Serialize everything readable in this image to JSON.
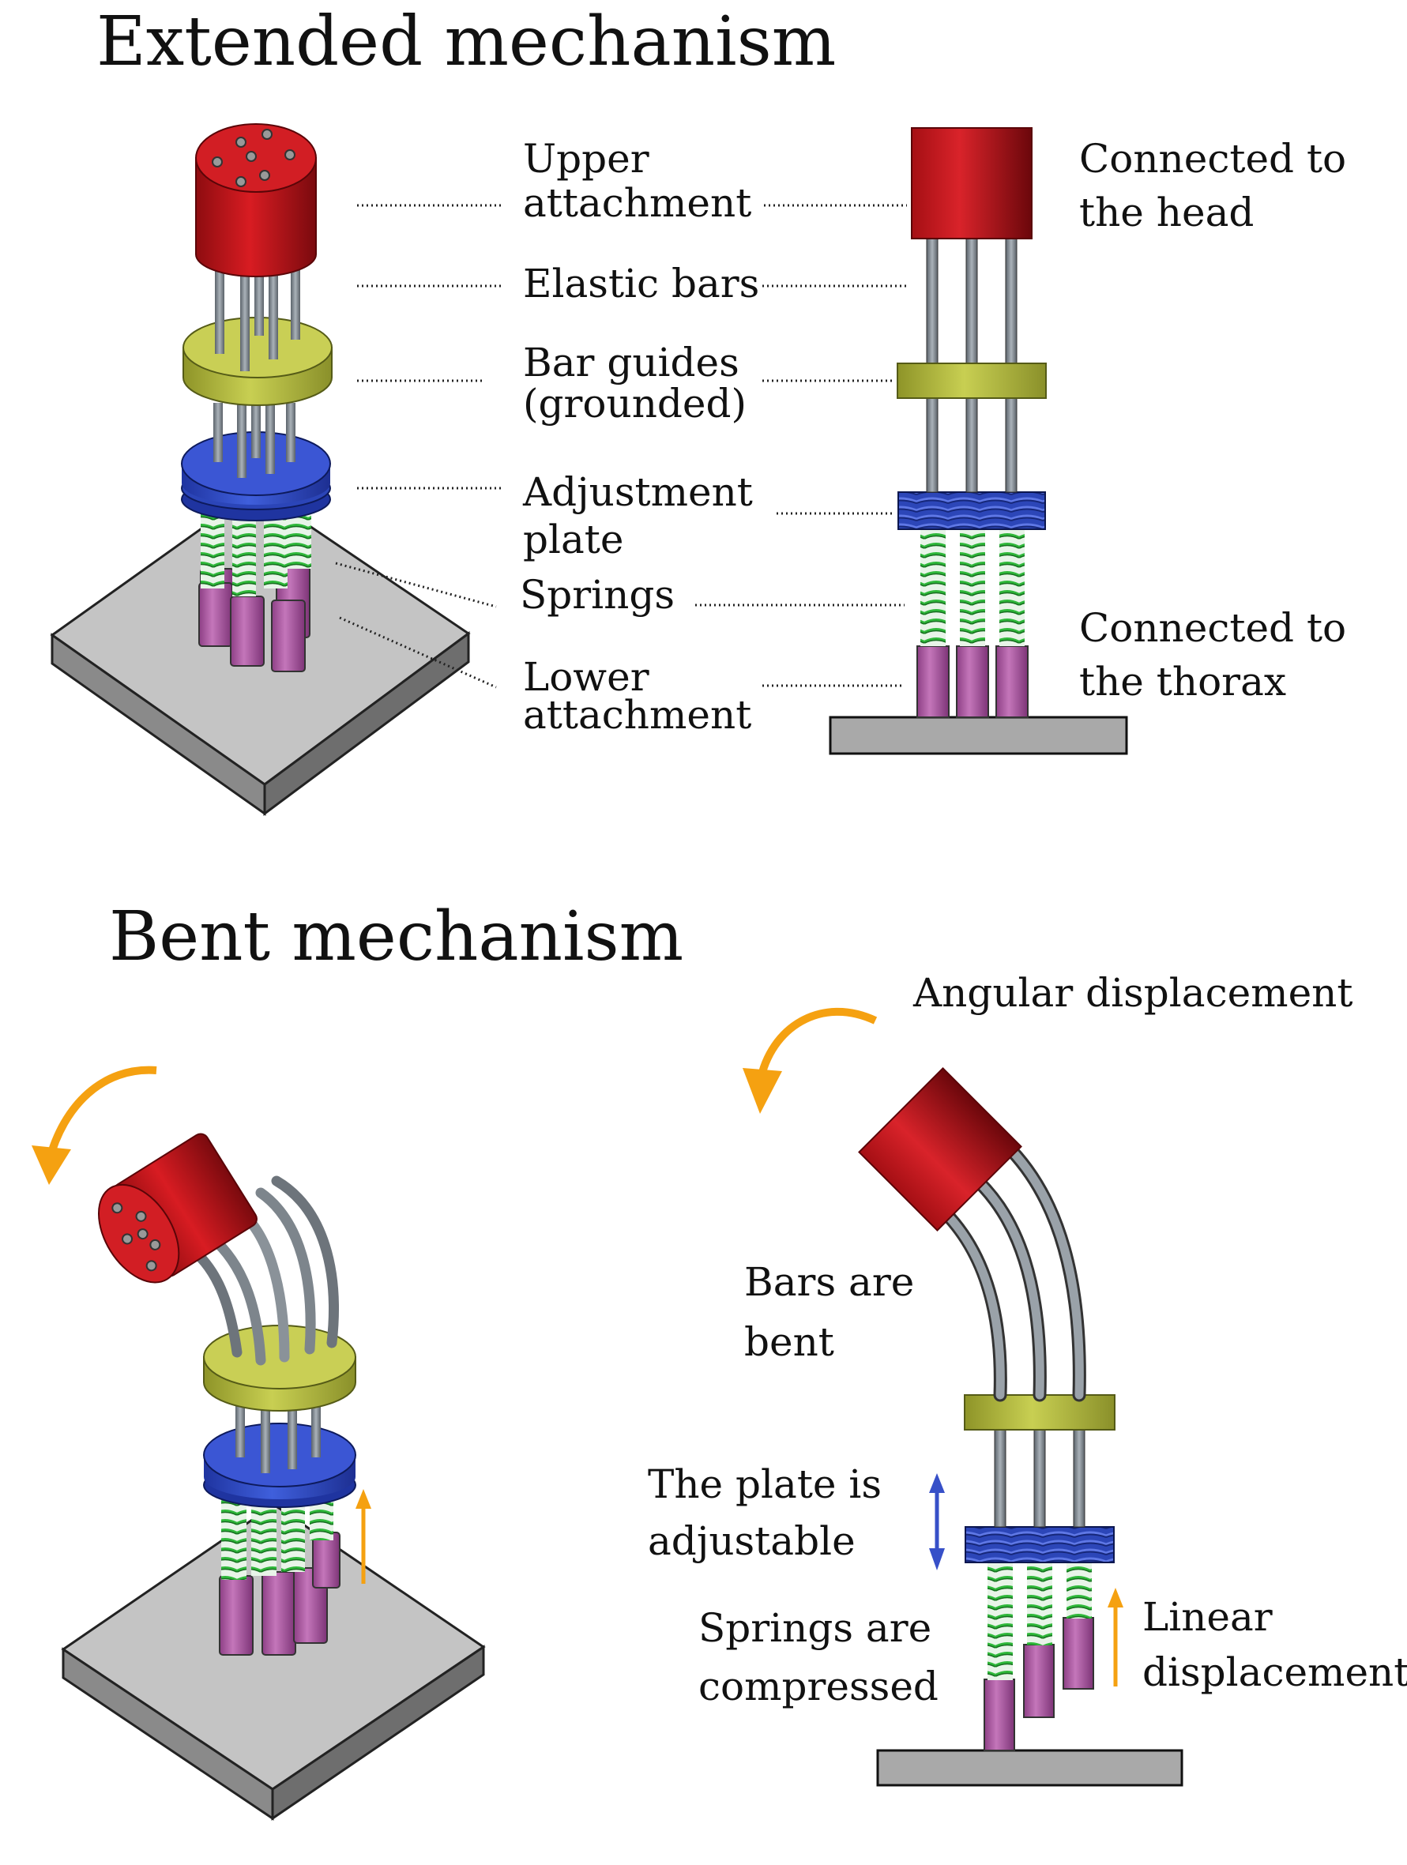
{
  "figure": {
    "extended_title": "Extended mechanism",
    "bent_title": "Bent mechanism",
    "labels": {
      "upper_1": "Upper",
      "upper_2": "attachment",
      "elastic": "Elastic bars",
      "guides_1": "Bar guides",
      "guides_2": "(grounded)",
      "adjust_1": "Adjustment",
      "adjust_2": "plate",
      "springs": "Springs",
      "lower_1": "Lower",
      "lower_2": "attachment",
      "head_1": "Connected to",
      "head_2": "the head",
      "thorax_1": "Connected to",
      "thorax_2": "the thorax"
    },
    "bent_labels": {
      "angular": "Angular displacement",
      "bars_1": "Bars are",
      "bars_2": "bent",
      "plate_1": "The plate is",
      "plate_2": "adjustable",
      "springs_1": "Springs are",
      "springs_2": "compressed",
      "linear_1": "Linear",
      "linear_2": "displacement"
    },
    "colors": {
      "attachment_red": "#c8161c",
      "guide_yellow": "#b4bc3e",
      "plate_blue": "#2f4fc4",
      "spring_green": "#2fb83a",
      "lower_purple": "#b45fa9",
      "bar_grey": "#8a9299",
      "base_grey": "#bdbdbd",
      "arrow_orange": "#f5a111",
      "arrow_blue": "#3750c8"
    },
    "icons": {
      "angular_arrow": "curved-arrow-icon",
      "linear_arrow": "up-arrow-icon",
      "adjust_arrow": "double-arrow-icon"
    }
  }
}
